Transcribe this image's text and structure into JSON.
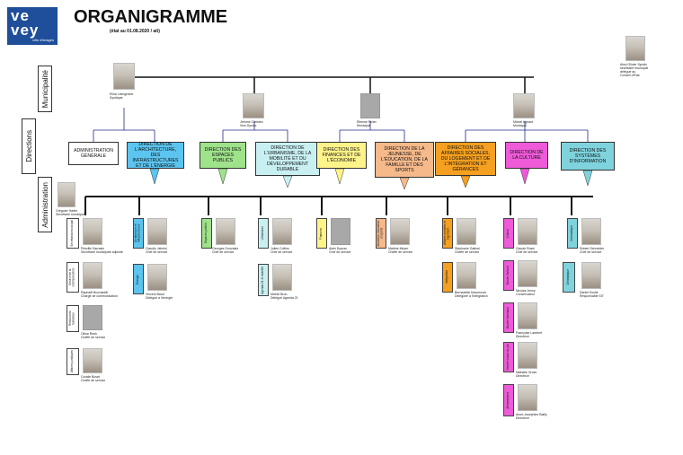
{
  "header": {
    "logo_text": "ve\nvey",
    "logo_tagline": "ville d'images",
    "title": "ORGANIGRAMME",
    "subtitle": "(état au 01.08.2020 / ait)"
  },
  "side_labels": [
    "Municipalité",
    "Directions",
    "Administration"
  ],
  "syndic_side": {
    "caption": "Ainsi Olivier Syndic\nsecrétaire municipal\ndélégué au\nConseil d'Etat"
  },
  "municipalite": [
    {
      "id": "m1",
      "caption": "Elina Leimgruber\nSyndique"
    },
    {
      "id": "m2",
      "caption": "Jérôme Christen\nVice-Syndic"
    },
    {
      "id": "m3",
      "caption": "Étienne Rivier\nMunicipal"
    },
    {
      "id": "m4",
      "caption": "Michel Agnant\nMunicipal"
    }
  ],
  "directions": [
    {
      "id": "d1",
      "label": "ADMINISTRATION GÉNÉRALE",
      "color": "#ffffff"
    },
    {
      "id": "d2",
      "label": "DIRECTION DE L'ARCHITECTURE, DES INFRASTRUCTURES ET DE L'ÉNERGIE",
      "color": "#5bc4ef"
    },
    {
      "id": "d3",
      "label": "DIRECTION DES ESPACES PUBLICS",
      "color": "#9ee28a"
    },
    {
      "id": "d4",
      "label": "DIRECTION DE L'URBANISME, DE LA MOBILITÉ ET DU DÉVELOPPEMENT DURABLE",
      "color": "#c8f0f2"
    },
    {
      "id": "d5",
      "label": "DIRECTION DES FINANCES ET DE L'ÉCONOMIE",
      "color": "#fff38a"
    },
    {
      "id": "d6",
      "label": "DIRECTION DE LA JEUNESSE, DE L'ÉDUCATION, DE LA FAMILLE ET DES SPORTS",
      "color": "#f5b98a"
    },
    {
      "id": "d7",
      "label": "DIRECTION DES AFFAIRES SOCIALES, DU LOGEMENT ET DE L'INTÉGRATION ET GÉRANCES",
      "color": "#f5a020"
    },
    {
      "id": "d8",
      "label": "DIRECTION DE LA CULTURE",
      "color": "#ee5ad8"
    },
    {
      "id": "d9",
      "label": "DIRECTION DES SYSTÈMES D'INFORMATION",
      "color": "#7fd3dd"
    }
  ],
  "secretary": {
    "caption": "Grégoire Halter\nSecrétaire municipal"
  },
  "staff": [
    {
      "id": "s1",
      "role": "Secrétariat municipal",
      "role_color": "#ffffff",
      "caption": "Priscille Sarrasin\nSecrétaire municipale adjointe"
    },
    {
      "id": "s2",
      "role": "Service de la communication",
      "role_color": "#ffffff",
      "caption": "Raphaël Bucciarelli\nChargé de communication"
    },
    {
      "id": "s3",
      "role": "Ressources humaines",
      "role_color": "#ffffff",
      "caption": "Olivia Renk\nCheffe de service",
      "grey": true
    },
    {
      "id": "s4",
      "role": "Affaires juridiques",
      "role_color": "#ffffff",
      "caption": "Coralie Bovet\nCheffe de service"
    },
    {
      "id": "s5",
      "role": "Architecture et Infrastructures",
      "role_color": "#5bc4ef",
      "caption": "Claudio Jelmini\nChef de service"
    },
    {
      "id": "s6",
      "role": "Énergie",
      "role_color": "#5bc4ef",
      "caption": "Vincent Baud\nDélégué à l'énergie"
    },
    {
      "id": "s7",
      "role": "Espaces publics",
      "role_color": "#9ee28a",
      "caption": "Georges Gonzalez\nChef de service"
    },
    {
      "id": "s8",
      "role": "Urbanisme",
      "role_color": "#c8f0f2",
      "caption": "Julien Collins\nChef de service"
    },
    {
      "id": "s9",
      "role": "Agenda 21 et mobilité",
      "role_color": "#c8f0f2",
      "caption": "Michel Bron\nDélégué Agenda 21"
    },
    {
      "id": "s10",
      "role": "Finances",
      "role_color": "#fff38a",
      "caption": "Alain Dupraz\nChef de service",
      "grey": true
    },
    {
      "id": "s11",
      "role": "Jeunesse, éducation et sports",
      "role_color": "#f5b98a",
      "caption": "Martine Meyer\nCheffe de service"
    },
    {
      "id": "s12",
      "role": "Affaires sociales et logement",
      "role_color": "#f5a020",
      "caption": "Stéphanie Gattoni\nCheffe de service"
    },
    {
      "id": "s13",
      "role": "Intégration",
      "role_color": "#f5a020",
      "caption": "Bernadette Kasumovic\nDéléguée à l'intégration"
    },
    {
      "id": "s14",
      "role": "Culture",
      "role_color": "#ee5ad8",
      "caption": "Claude Rossi\nChef de service"
    },
    {
      "id": "s15",
      "role": "Musée Jenisch",
      "role_color": "#ee5ad8",
      "caption": "Nicolas Jenny\nConservateur"
    },
    {
      "id": "s16",
      "role": "Musée historique",
      "role_color": "#ee5ad8",
      "caption": "Françoise Lambert\nDirectrice"
    },
    {
      "id": "s17",
      "role": "Musée suisse du jeu",
      "role_color": "#ee5ad8",
      "caption": "Nathalie Gross\nDirectrice"
    },
    {
      "id": "s18",
      "role": "Alimentarium",
      "role_color": "#ee5ad8",
      "caption": "Anne-Joséphine Bailly\nDirectrice"
    },
    {
      "id": "s19",
      "role": "Informatique",
      "role_color": "#7fd3dd",
      "caption": "Robert Schneider\nChef de service"
    },
    {
      "id": "s20",
      "role": "Géomatique",
      "role_color": "#7fd3dd",
      "caption": "Daniel Soulié\nResponsable SIT"
    }
  ]
}
